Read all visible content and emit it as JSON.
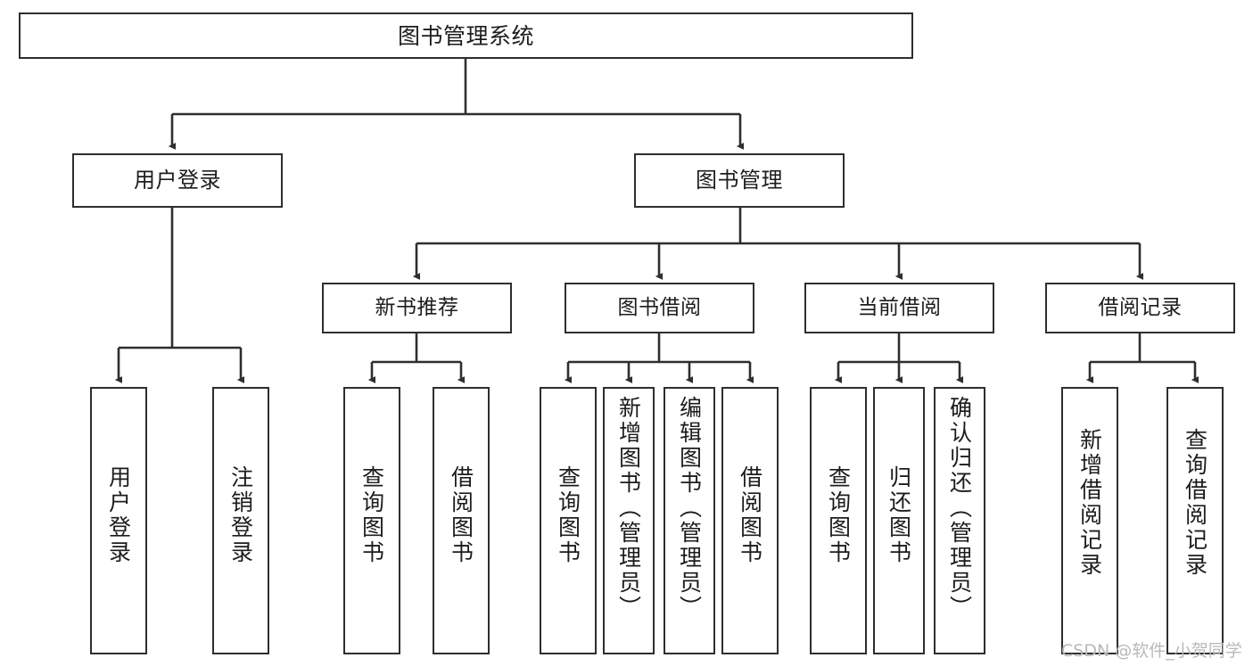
{
  "diagram": {
    "title": "图书管理系统",
    "type": "functional-structure-tree",
    "watermark": "CSDN @软件_小贺同学",
    "colors": {
      "stroke": "#2e2e2e",
      "fill": "#ffffff",
      "text": "#1c1c1c",
      "watermark": "#b9b9b9"
    },
    "nodes": {
      "root": {
        "label": "图书管理系统"
      },
      "level2": [
        {
          "id": "user-login",
          "label": "用户登录"
        },
        {
          "id": "book-management",
          "label": "图书管理"
        }
      ],
      "level3": [
        {
          "id": "new-book-recommend",
          "label": "新书推荐"
        },
        {
          "id": "book-borrow",
          "label": "图书借阅"
        },
        {
          "id": "current-borrow",
          "label": "当前借阅"
        },
        {
          "id": "borrow-record",
          "label": "借阅记录"
        }
      ],
      "leaves": [
        {
          "id": "leaf-user-login",
          "label": "用户登录",
          "parent": "user-login"
        },
        {
          "id": "leaf-logout-login",
          "label": "注销登录",
          "parent": "user-login"
        },
        {
          "id": "leaf-query-book-1",
          "label": "查询图书",
          "parent": "new-book-recommend"
        },
        {
          "id": "leaf-borrow-book-1",
          "label": "借阅图书",
          "parent": "new-book-recommend"
        },
        {
          "id": "leaf-query-book-2",
          "label": "查询图书",
          "parent": "book-borrow"
        },
        {
          "id": "leaf-add-book",
          "label": "新增图书（管理员）",
          "parent": "book-borrow"
        },
        {
          "id": "leaf-edit-book",
          "label": "编辑图书（管理员）",
          "parent": "book-borrow"
        },
        {
          "id": "leaf-borrow-book-2",
          "label": "借阅图书",
          "parent": "book-borrow"
        },
        {
          "id": "leaf-query-book-3",
          "label": "查询图书",
          "parent": "current-borrow"
        },
        {
          "id": "leaf-return-book",
          "label": "归还图书",
          "parent": "current-borrow"
        },
        {
          "id": "leaf-confirm-return",
          "label": "确认归还（管理员）",
          "parent": "current-borrow"
        },
        {
          "id": "leaf-add-record",
          "label": "新增借阅记录",
          "parent": "borrow-record"
        },
        {
          "id": "leaf-query-record",
          "label": "查询借阅记录",
          "parent": "borrow-record"
        }
      ]
    }
  }
}
